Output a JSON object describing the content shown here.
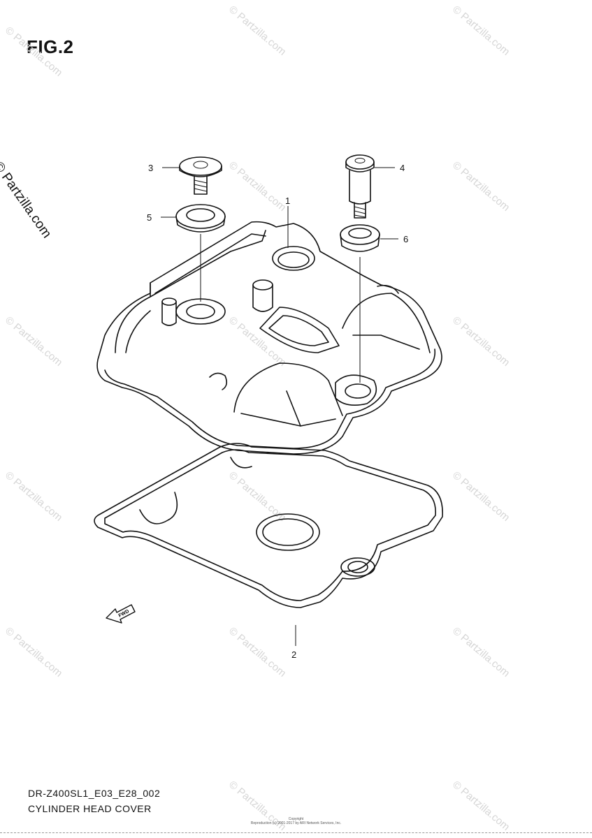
{
  "figure": {
    "title": "FIG.2"
  },
  "side_watermark": "© Partzilla.com",
  "watermark": "© Partzilla.com",
  "callouts": [
    {
      "num": "1"
    },
    {
      "num": "2"
    },
    {
      "num": "3"
    },
    {
      "num": "4"
    },
    {
      "num": "5"
    },
    {
      "num": "6"
    }
  ],
  "fwd_label": "FWD",
  "footer": {
    "model_code": "DR-Z400SL1_E03_E28_002",
    "caption": "CYLINDER HEAD COVER",
    "copyright_1": "Copyright",
    "copyright_2": "Reproduction (c) 2001-2017 by ARI Network Services, Inc."
  }
}
